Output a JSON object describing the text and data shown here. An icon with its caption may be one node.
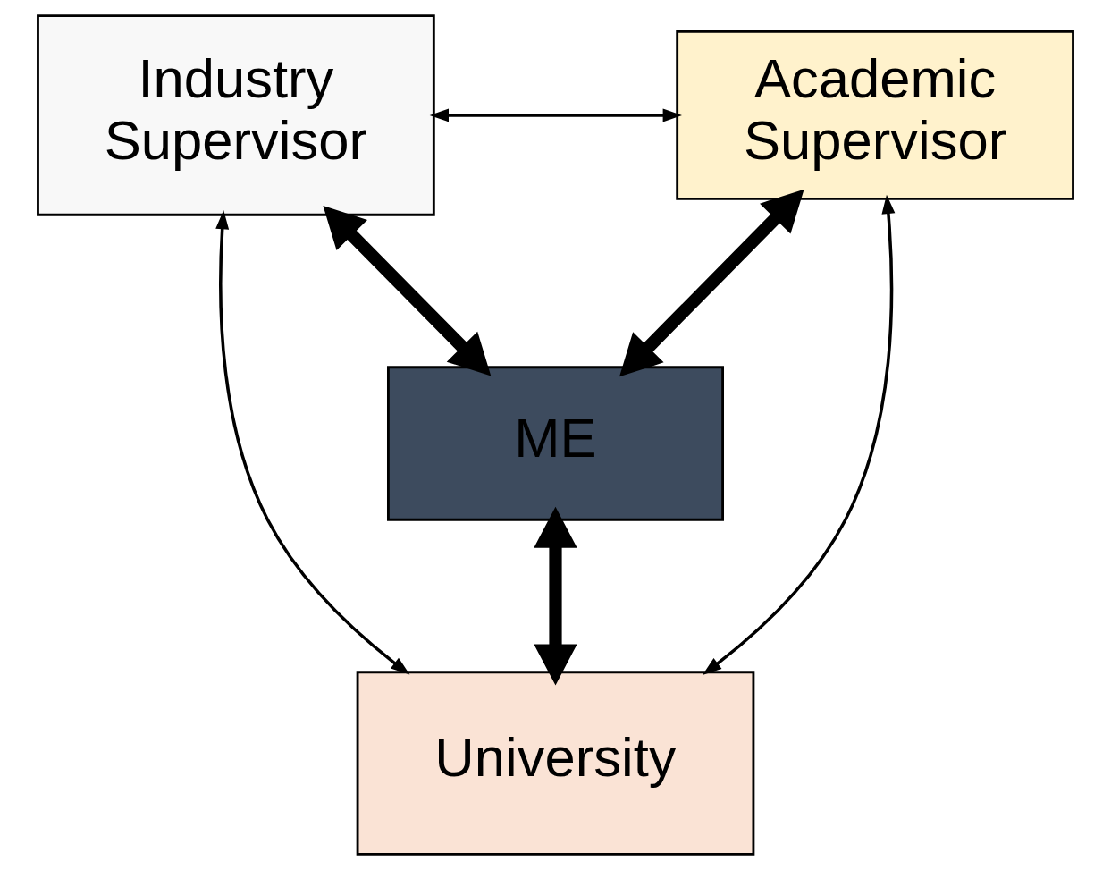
{
  "diagram": {
    "nodes": [
      {
        "text": [
          "Industry Supervisor"
        ]
      },
      {
        "text": [
          "Academic Supervisor"
        ]
      },
      {
        "text": [
          "ME"
        ]
      },
      {
        "text": [
          "University"
        ]
      }
    ],
    "edges": [
      {
        "from": 0,
        "to": 1,
        "arrow": "both"
      },
      {
        "from": 0,
        "to": 2,
        "arrow": "both",
        "style": "thick"
      },
      {
        "from": 1,
        "to": 2,
        "arrow": "both",
        "style": "thick"
      },
      {
        "from": 2,
        "to": 3,
        "arrow": "both",
        "style": "thick"
      },
      {
        "from": 0,
        "to": 3,
        "arrow": "both"
      },
      {
        "from": 1,
        "to": 3,
        "arrow": "both"
      }
    ]
  }
}
